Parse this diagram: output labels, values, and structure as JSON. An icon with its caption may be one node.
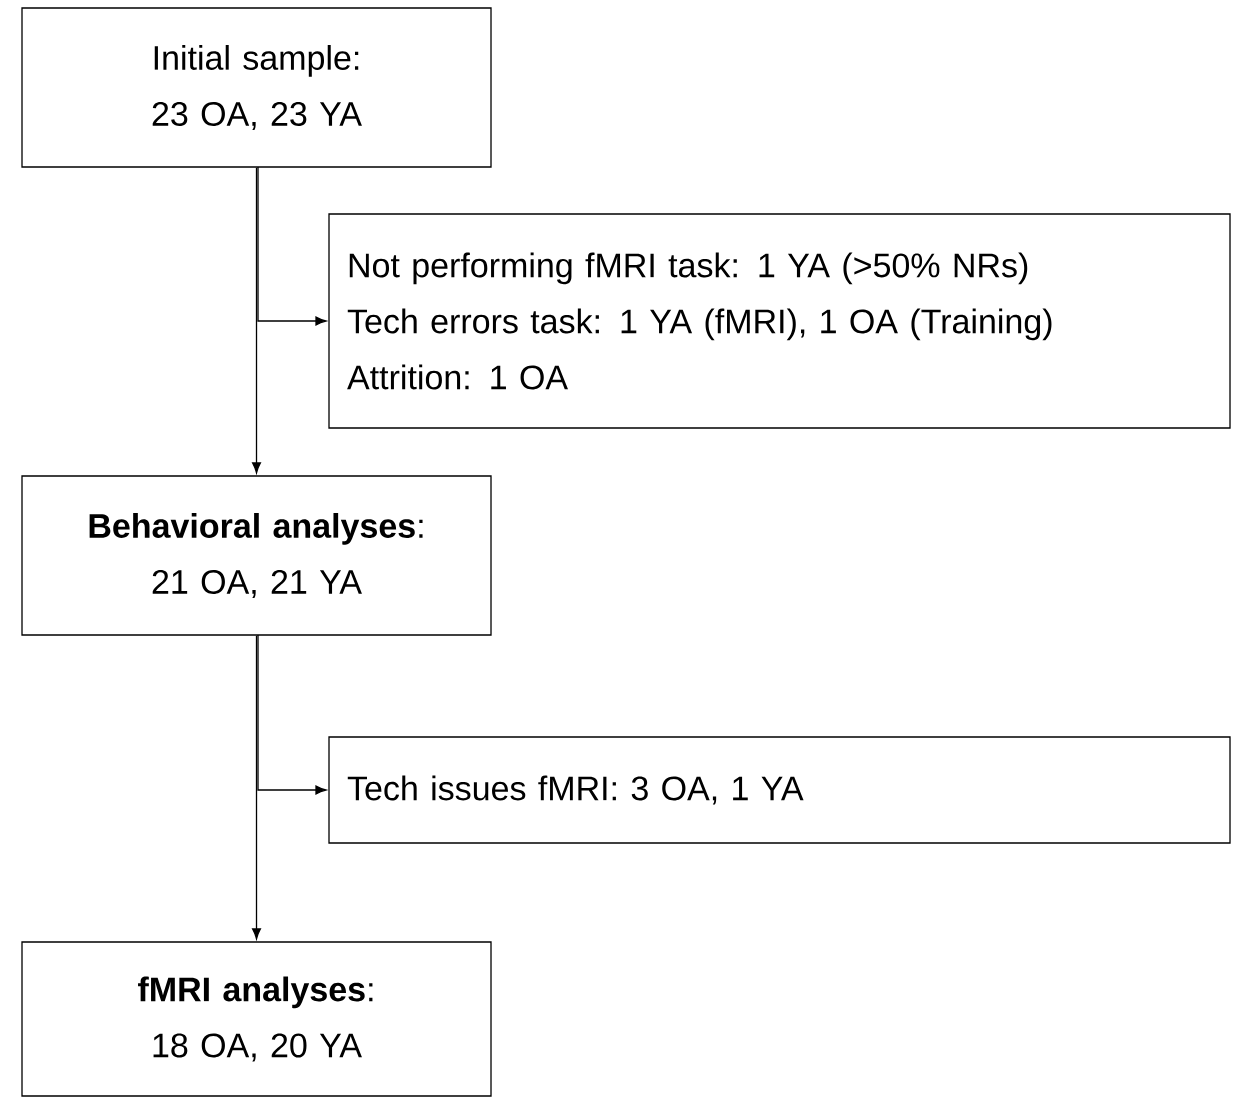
{
  "diagram": {
    "nodes": [
      {
        "text": [
          "Initial sample:",
          "23 OA, 23 YA"
        ]
      },
      {
        "text": [
          "Not performing fMRI task: 1 YA (>50% NRs)",
          "Tech errors task: 1 YA (fMRI), 1 OA (Training)",
          "Attrition: 1 OA"
        ]
      },
      {
        "text": [
          "**Behavioral analyses**:",
          "21 OA, 21 YA"
        ]
      },
      {
        "text": [
          "Tech issues fMRI: 3 OA, 1 YA"
        ]
      },
      {
        "text": [
          "**fMRI analyses**:",
          "18 OA, 20 YA"
        ]
      }
    ],
    "edges": [
      {
        "from": 0,
        "to": 1,
        "arrow": "to"
      },
      {
        "from": 0,
        "to": 2,
        "arrow": "to"
      },
      {
        "from": 2,
        "to": 3,
        "arrow": "to"
      },
      {
        "from": 2,
        "to": 4,
        "arrow": "to"
      }
    ]
  }
}
